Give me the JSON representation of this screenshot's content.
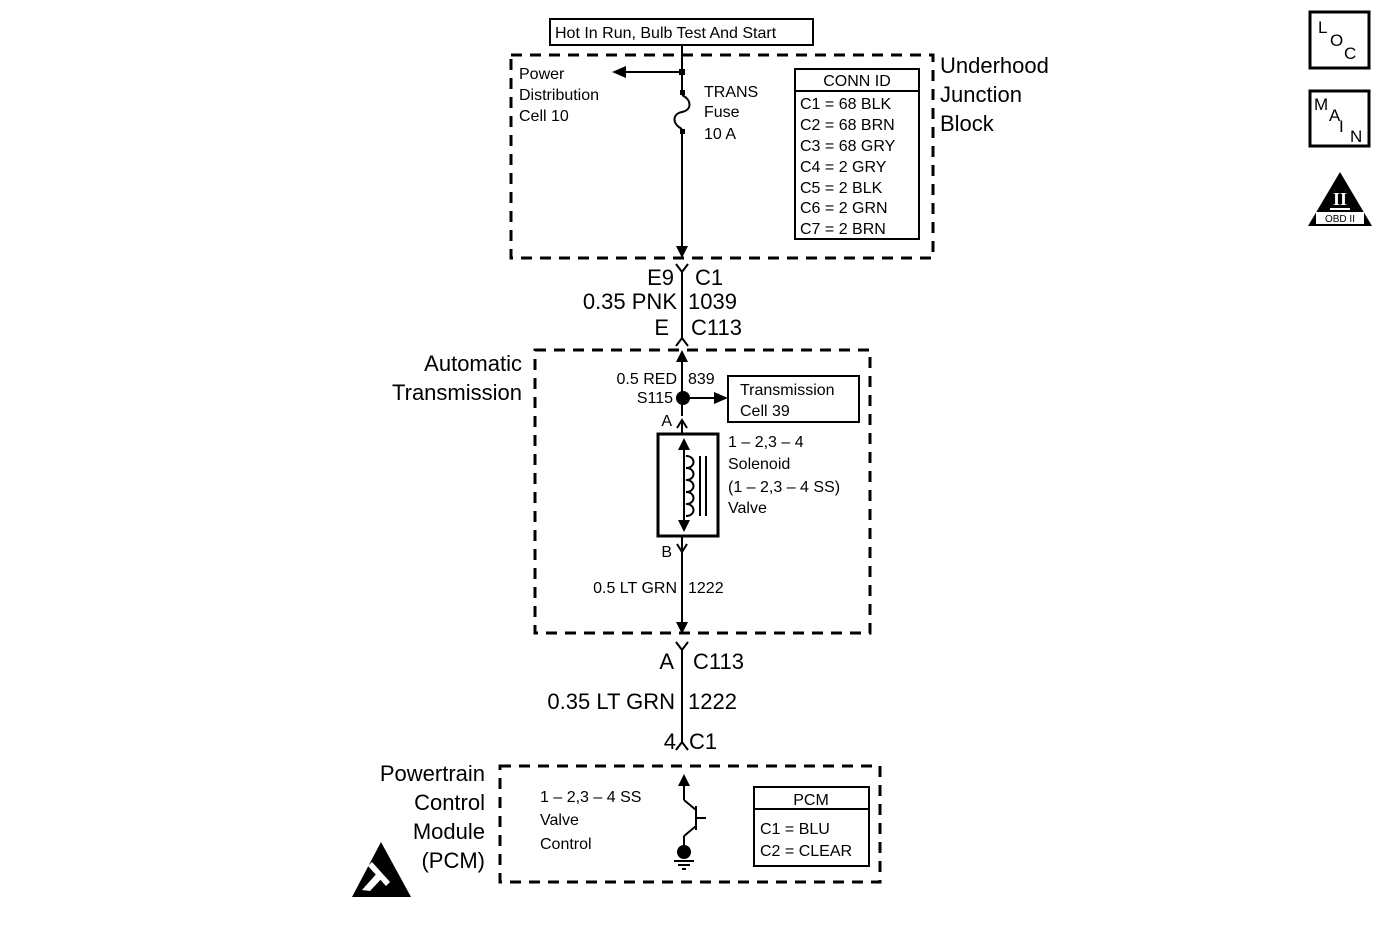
{
  "header": {
    "circuit_label": "Hot In Run, Bulb Test And Start"
  },
  "underhood_block": {
    "title_lines": [
      "Underhood",
      "Junction",
      "Block"
    ],
    "power_ref_lines": [
      "Power",
      "Distribution",
      "Cell 10"
    ],
    "fuse_lines": [
      "TRANS",
      "Fuse",
      "10 A"
    ],
    "conn_table_title": "CONN   ID",
    "conn_table_rows": [
      "C1 =  68 BLK",
      "C2 =  68 BRN",
      "C3 =  68 GRY",
      "C4 =  2 GRY",
      "C5 =  2 BLK",
      "C6 =  2 GRN",
      "C7 =  2 BRN"
    ]
  },
  "wire_1": {
    "top_left": "E9",
    "top_right": "C1",
    "size_color": "0.35 PNK",
    "circuit": "1039",
    "bottom_left": "E",
    "bottom_right": "C113"
  },
  "auto_trans": {
    "title_lines": [
      "Automatic",
      "Transmission"
    ],
    "wire_size_color": "0.5 RED",
    "wire_circuit": "839",
    "splice": "S115",
    "ref_lines": [
      "Transmission",
      "Cell 39"
    ],
    "pin_a": "A",
    "pin_b": "B",
    "solenoid_lines": [
      "1 – 2,3 – 4",
      "Solenoid",
      "(1 – 2,3 – 4 SS)",
      "Valve"
    ],
    "lower_wire_size_color": "0.5 LT GRN",
    "lower_wire_circuit": "1222"
  },
  "wire_2": {
    "top_left": "A",
    "top_right": "C113",
    "size_color": "0.35 LT GRN",
    "circuit": "1222",
    "bottom_left": "4",
    "bottom_right": "C1"
  },
  "pcm": {
    "title_lines": [
      "Powertrain",
      "Control",
      "Module",
      "(PCM)"
    ],
    "function_lines": [
      "1 – 2,3 – 4 SS",
      "Valve",
      "Control"
    ],
    "conn_table_title": "PCM",
    "conn_table_rows": [
      "C1 =  BLU",
      "C2 =  CLEAR"
    ]
  },
  "side_icons": {
    "loc": [
      "L",
      "O",
      "C"
    ],
    "main": [
      "M",
      "A",
      "I",
      "N"
    ],
    "obd_numeral": "II",
    "obd_text": "OBD II"
  }
}
